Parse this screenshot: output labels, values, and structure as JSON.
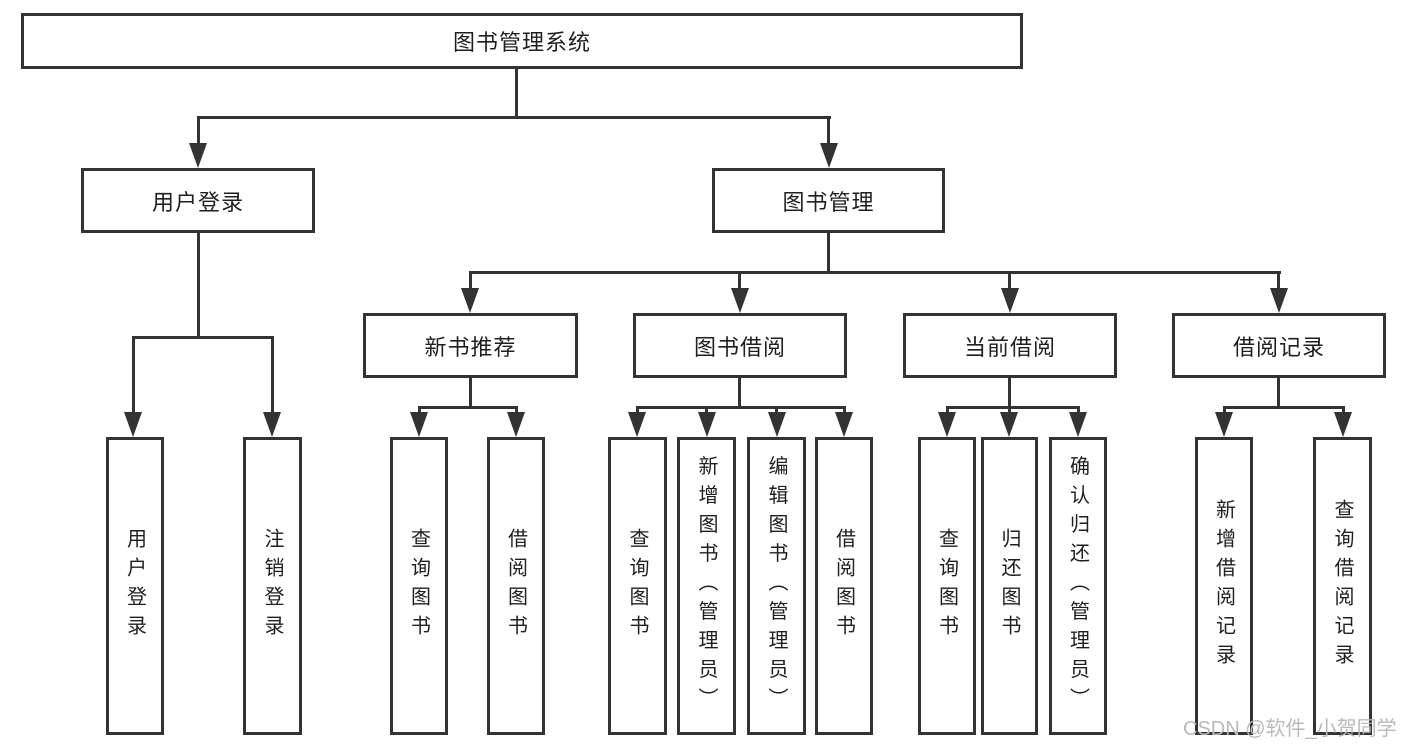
{
  "tree": {
    "root": "图书管理系统",
    "children": [
      {
        "label": "用户登录",
        "children": [
          {
            "label": "用户登录"
          },
          {
            "label": "注销登录"
          }
        ]
      },
      {
        "label": "图书管理",
        "children": [
          {
            "label": "新书推荐",
            "children": [
              {
                "label": "查询图书"
              },
              {
                "label": "借阅图书"
              }
            ]
          },
          {
            "label": "图书借阅",
            "children": [
              {
                "label": "查询图书"
              },
              {
                "label": "新增图书（管理员）"
              },
              {
                "label": "编辑图书（管理员）"
              },
              {
                "label": "借阅图书"
              }
            ]
          },
          {
            "label": "当前借阅",
            "children": [
              {
                "label": "查询图书"
              },
              {
                "label": "归还图书"
              },
              {
                "label": "确认归还（管理员）"
              }
            ]
          },
          {
            "label": "借阅记录",
            "children": [
              {
                "label": "新增借阅记录"
              },
              {
                "label": "查询借阅记录"
              }
            ]
          }
        ]
      }
    ]
  },
  "watermark": "CSDN @软件_小贺同学",
  "colors": {
    "line": "#333333",
    "text": "#1f1f1f",
    "watermark": "#b9b9b9",
    "background": "#ffffff"
  }
}
